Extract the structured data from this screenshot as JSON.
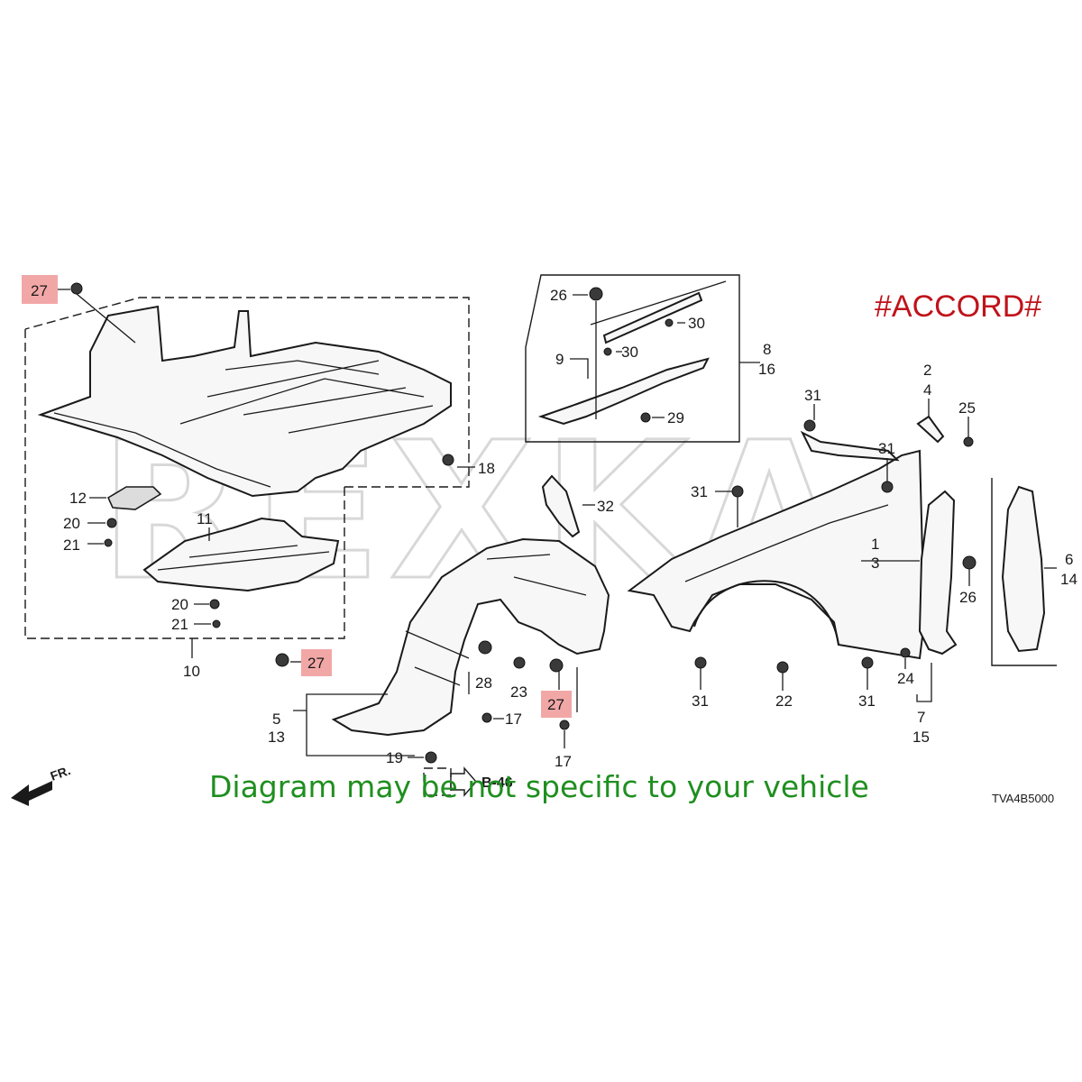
{
  "model_tag": "#ACCORD#",
  "disclaimer": "Diagram may be not specific to your vehicle",
  "diagram_code": "TVA4B5000",
  "watermark": "REXKA",
  "front_marker": "FR.",
  "reference_marker": "B-46",
  "callouts": {
    "c1": "1",
    "c2": "2",
    "c3": "3",
    "c4": "4",
    "c5": "5",
    "c6": "6",
    "c7": "7",
    "c8": "8",
    "c9": "9",
    "c10": "10",
    "c11": "11",
    "c12": "12",
    "c13": "13",
    "c14": "14",
    "c15": "15",
    "c16": "16",
    "c17": "17",
    "c18": "18",
    "c19": "19",
    "c20": "20",
    "c21": "21",
    "c22": "22",
    "c23": "23",
    "c24": "24",
    "c25": "25",
    "c26": "26",
    "c27": "27",
    "c28": "28",
    "c29": "29",
    "c30": "30",
    "c31": "31",
    "c32": "32"
  },
  "colors": {
    "highlight": "#f2a7a7",
    "model_tag": "#c0121a",
    "disclaimer": "#1f8f1f"
  }
}
